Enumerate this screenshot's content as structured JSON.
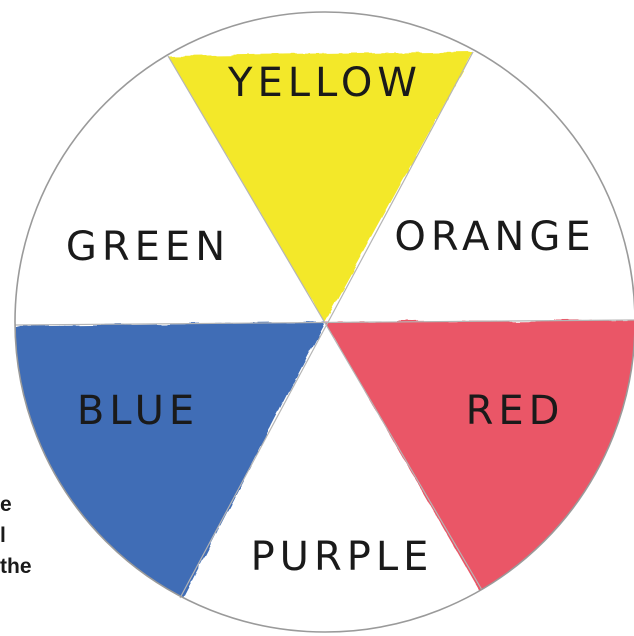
{
  "wheel": {
    "segments": [
      {
        "label": "YELLOW",
        "fill": "#f2e619",
        "painted": true
      },
      {
        "label": "ORANGE",
        "fill": "#ffffff",
        "painted": false
      },
      {
        "label": "RED",
        "fill": "#e8475a",
        "painted": true
      },
      {
        "label": "PURPLE",
        "fill": "#ffffff",
        "painted": false
      },
      {
        "label": "BLUE",
        "fill": "#3162b0",
        "painted": true
      },
      {
        "label": "GREEN",
        "fill": "#ffffff",
        "painted": false
      }
    ],
    "outline_color": "#9a9a9a"
  },
  "side_fragments": [
    "e",
    "l",
    "the"
  ]
}
